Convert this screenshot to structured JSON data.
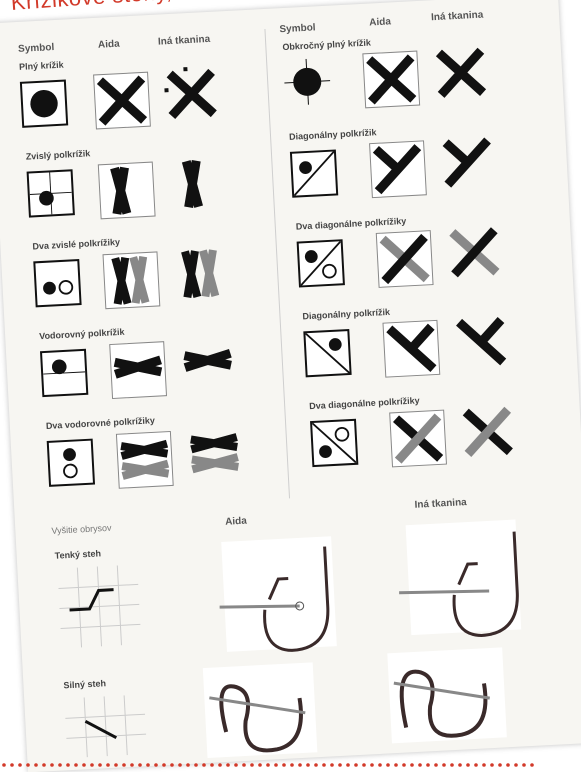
{
  "caption": "Krížikové stehy, ktoré nepo",
  "left_headers": {
    "symbol": "Symbol",
    "aida": "Aida",
    "other": "Iná tkanina"
  },
  "right_headers": {
    "symbol": "Symbol",
    "aida": "Aida",
    "other": "Iná tkanina"
  },
  "left_sections": [
    {
      "title": "Plný krížik"
    },
    {
      "title": "Zvislý polkrížik"
    },
    {
      "title": "Dva zvislé polkrížiky"
    },
    {
      "title": "Vodorovný polkrížik"
    },
    {
      "title": "Dva vodorovné polkrížiky"
    }
  ],
  "right_sections": [
    {
      "title": "Obkročný plný krížik"
    },
    {
      "title": "Diagonálny polkrížik"
    },
    {
      "title": "Dva diagonálne polkrížiky"
    },
    {
      "title": "Diagonálny polkrížik"
    },
    {
      "title": "Dva diagonálne polkrížiky"
    }
  ],
  "outline": {
    "title": "Vyšitie obrysov",
    "aida": "Aida",
    "other": "Iná tkanina",
    "thin": "Tenký steh",
    "thick": "Silný steh"
  }
}
